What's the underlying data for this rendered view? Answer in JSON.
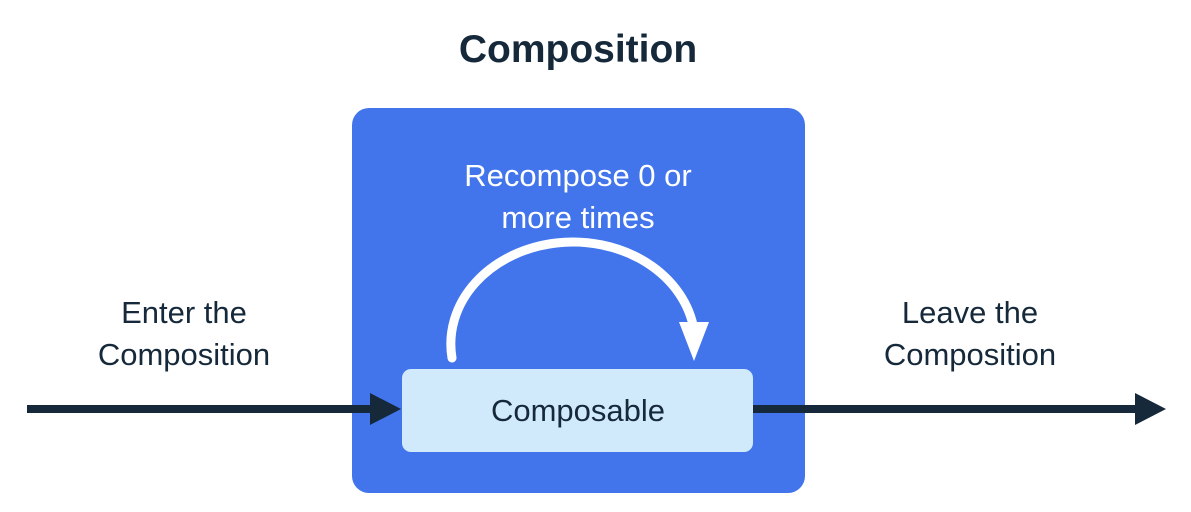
{
  "diagram": {
    "title": "Composition",
    "colors": {
      "background": "#ffffff",
      "ink": "#16293a",
      "composition_box": "#4275ec",
      "composable_box": "#d0eafb",
      "loop_arrow": "#ffffff"
    },
    "composition_box": {
      "name": "Composition",
      "loop_label_line1": "Recompose 0 or",
      "loop_label_line2": "more times"
    },
    "composable_box": {
      "label": "Composable"
    },
    "enter_label": {
      "line1": "Enter the",
      "line2": "Composition"
    },
    "leave_label": {
      "line1": "Leave the",
      "line2": "Composition"
    }
  }
}
